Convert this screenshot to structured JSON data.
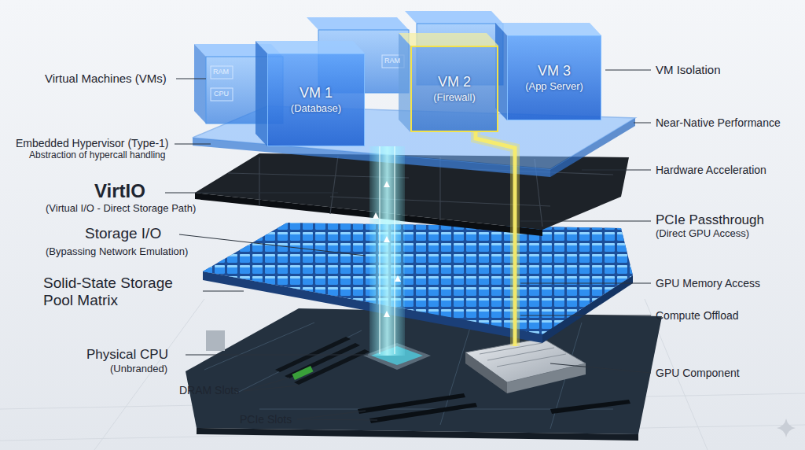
{
  "diagram": {
    "nodes": [
      {
        "text": [
          "VM 1",
          "(Database)"
        ]
      },
      {
        "text": [
          "VM 2",
          "(Firewall)"
        ]
      },
      {
        "text": [
          "VM 3",
          "(App Server)"
        ]
      }
    ],
    "labels": [
      "Virtual Machines (VMs)",
      "Embedded Hypervisor (Type-1)",
      "Abstraction of hypercall handling",
      "VirtIO",
      "(Virtual I/O - Direct Storage Path)",
      "Storage I/O",
      "(Bypassing Network Emulation)",
      "Solid-State Storage Pool Matrix",
      "Physical CPU",
      "(Unbranded)",
      "DRAM Slots",
      "PCIe Slots",
      "VM Isolation",
      "Near-Native Performance",
      "Hardware Acceleration",
      "PCIe Passthrough",
      "(Direct GPU Access)",
      "GPU Memory Access",
      "Compute Offload",
      "GPU Component",
      "RAM",
      "RAM",
      "CPU"
    ]
  }
}
